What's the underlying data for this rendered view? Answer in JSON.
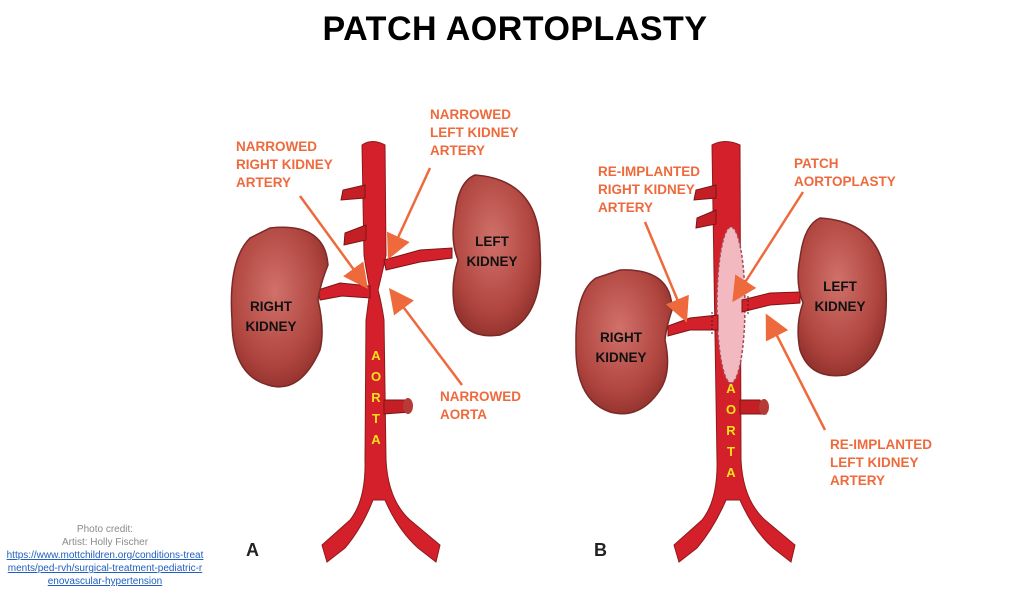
{
  "title": "PATCH AORTOPLASTY",
  "panel_a": {
    "letter": "A",
    "labels": {
      "narrowed_right": "NARROWED\nRIGHT KIDNEY\nARTERY",
      "narrowed_left": "NARROWED\nLEFT KIDNEY\nARTERY",
      "narrowed_aorta": "NARROWED\nAORTA",
      "left_kidney": "LEFT\nKIDNEY",
      "right_kidney": "RIGHT\nKIDNEY",
      "aorta": "A\nO\nR\nT\nA"
    }
  },
  "panel_b": {
    "letter": "B",
    "labels": {
      "reimplanted_right": "RE-IMPLANTED\nRIGHT KIDNEY\nARTERY",
      "patch": "PATCH\nAORTOPLASTY",
      "reimplanted_left": "RE-IMPLANTED\nLEFT KIDNEY\nARTERY",
      "left_kidney": "LEFT\nKIDNEY",
      "right_kidney": "RIGHT\nKIDNEY",
      "aorta": "A\nO\nR\nT\nA"
    }
  },
  "credit": {
    "line1": "Photo credit:",
    "line2": "Artist: Holly Fischer",
    "link": "https://www.mottchildren.org/conditions-treatments/ped-rvh/surgical-treatment-pediatric-renovascular-hypertension"
  },
  "colors": {
    "label_orange": "#ee6a3c",
    "vessel_red": "#d3202a",
    "kidney": "#b0453f",
    "aorta_text": "#f4e21a"
  }
}
